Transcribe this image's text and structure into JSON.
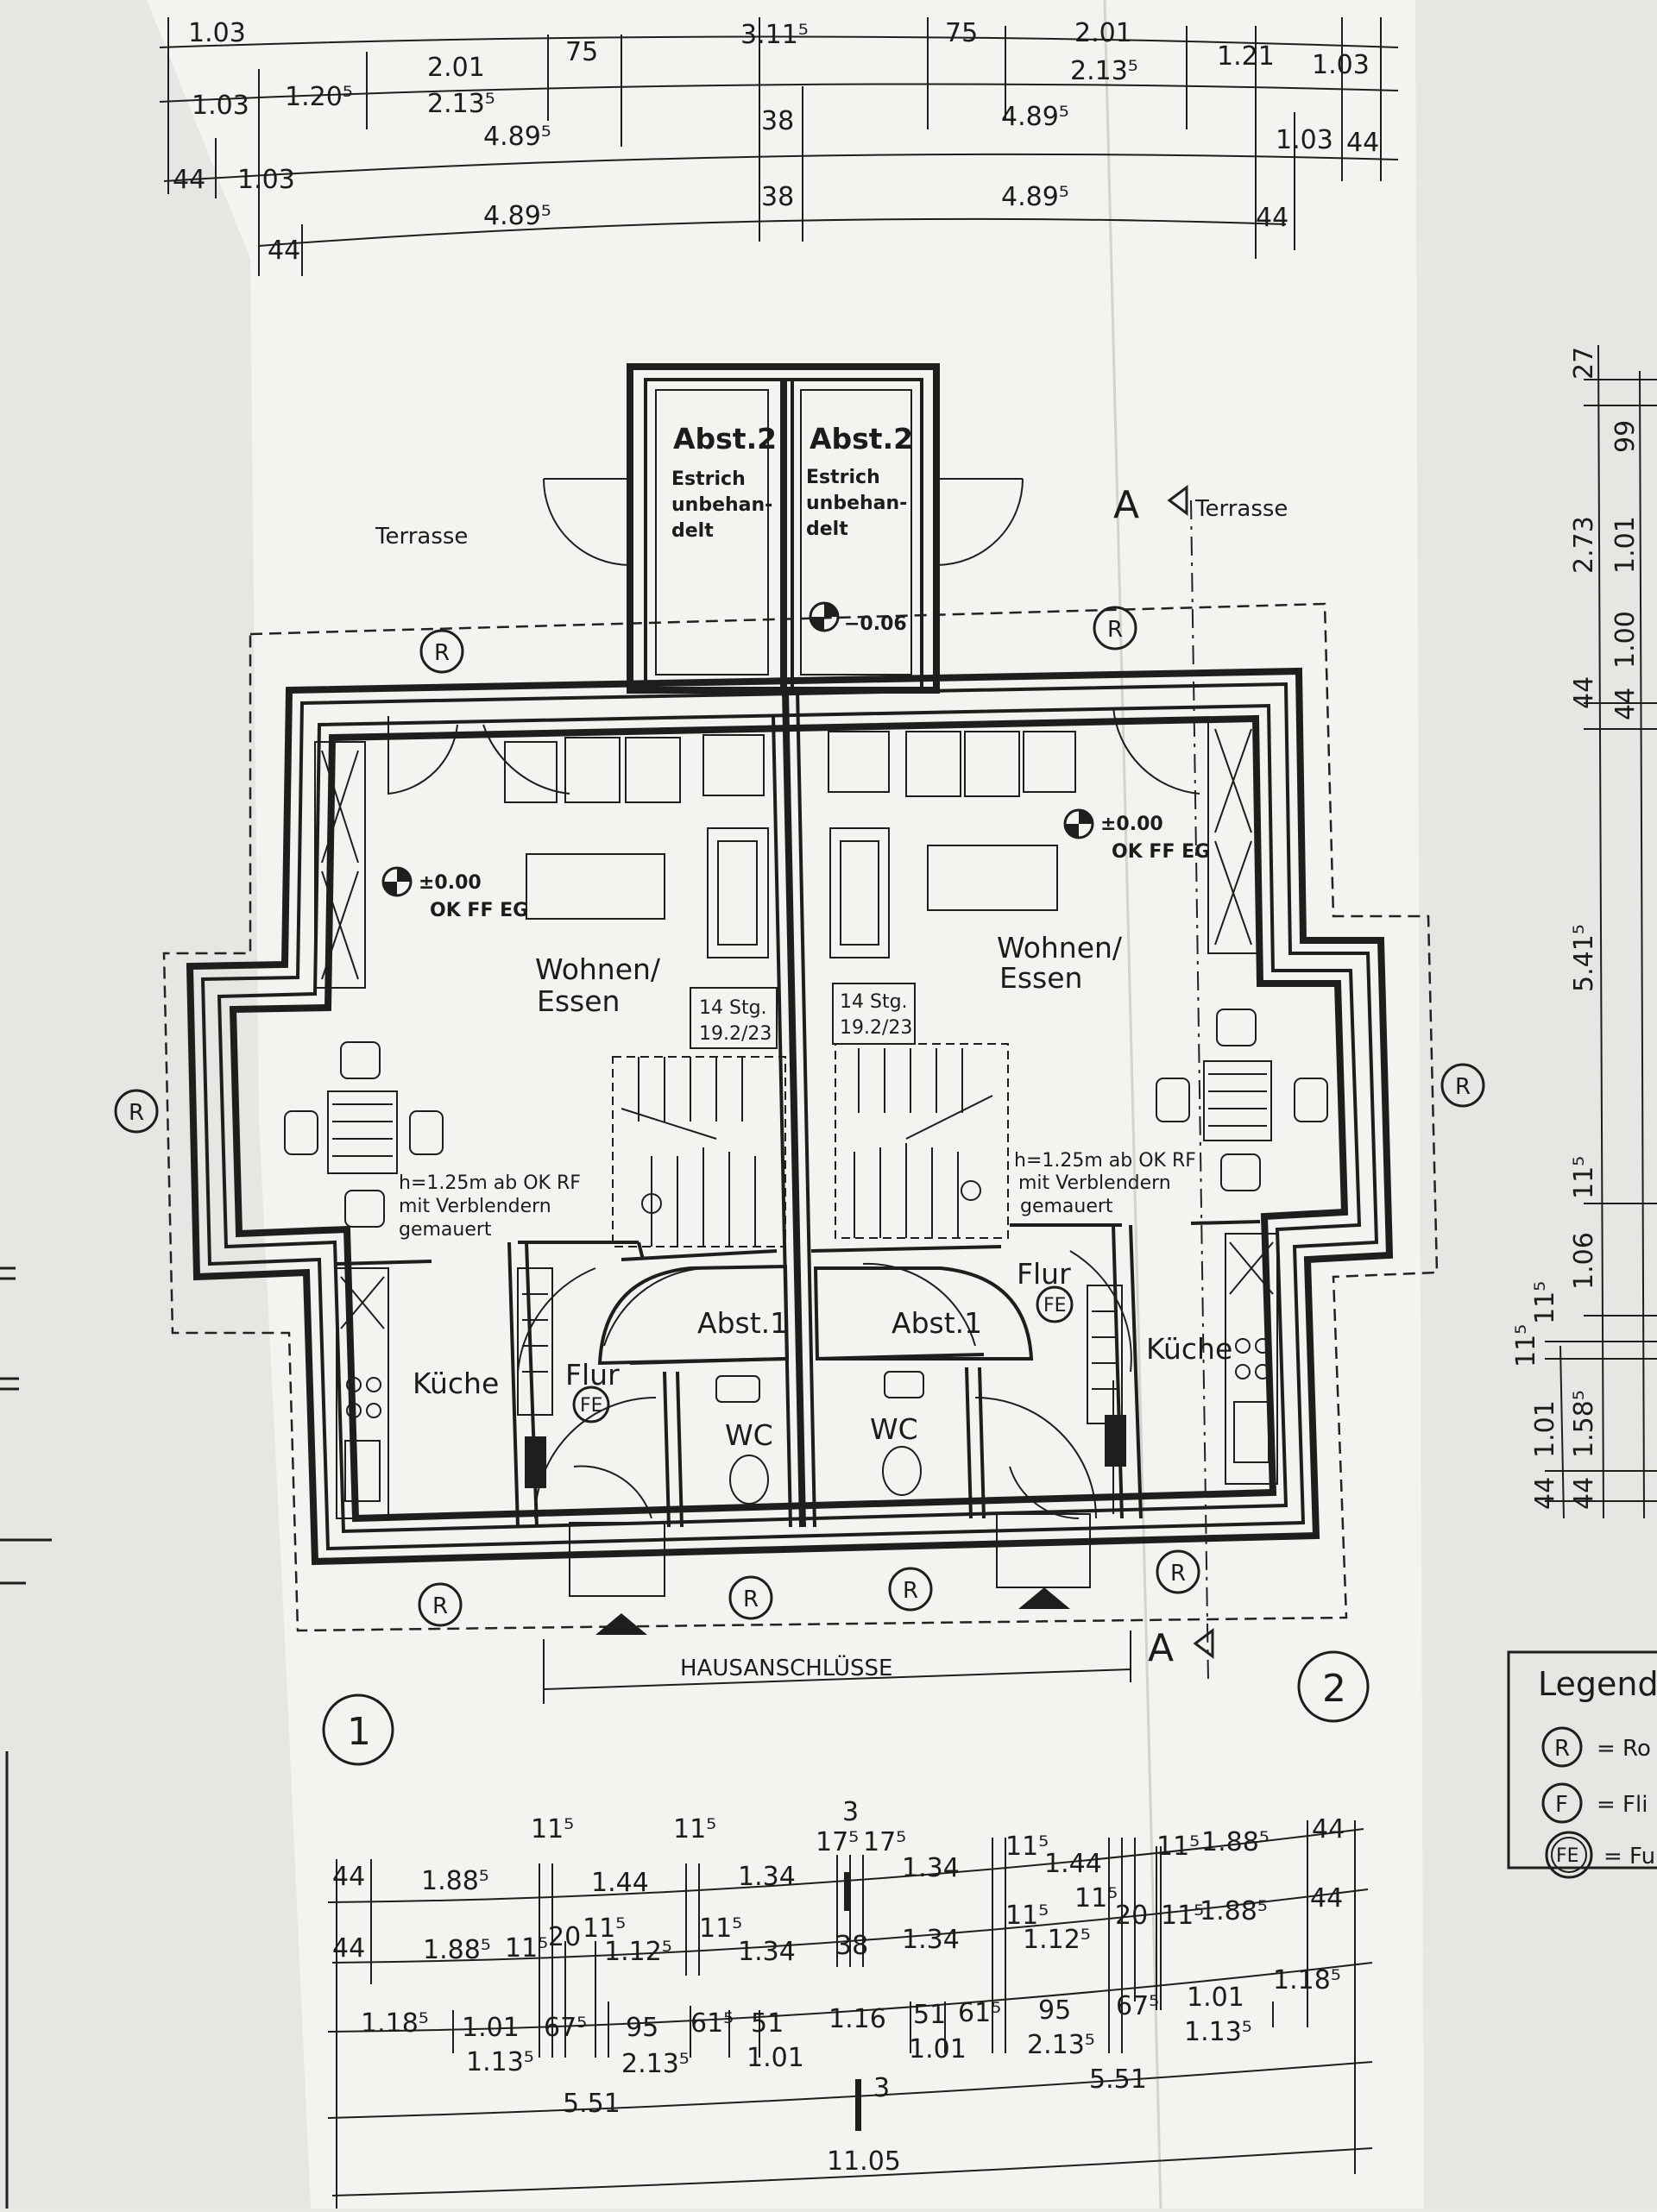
{
  "top_dims": {
    "row1": [
      "1.03",
      "3.11⁵",
      "75",
      "2.01",
      "1.21",
      "1.03"
    ],
    "row1_sub": "2.13⁵",
    "row2": [
      "1.03",
      "1.20⁵",
      "2.01",
      "75",
      "38",
      "4.89⁵",
      "1.03",
      "44"
    ],
    "row2_sub": "2.13⁵",
    "row2_mid": "4.89⁵",
    "row3": [
      "44",
      "1.03",
      "4.89⁵",
      "38",
      "4.89⁵",
      "44"
    ],
    "row4": [
      "44"
    ]
  },
  "rooms": {
    "abst2_left": {
      "title": "Abst.2",
      "l1": "Estrich",
      "l2": "unbehan-",
      "l3": "delt"
    },
    "abst2_right": {
      "title": "Abst.2",
      "l1": "Estrich",
      "l2": "unbehan-",
      "l3": "delt"
    },
    "level_minus": "−0.06",
    "terrasse_left": "Terrasse",
    "terrasse_right": "Terrasse",
    "section_mark": "A",
    "level_left": "±0.00",
    "level_left_sub": "OK FF EG",
    "level_right": "±0.00",
    "level_right_sub": "OK FF EG",
    "wohnen_left_1": "Wohnen/",
    "wohnen_left_2": "Essen",
    "wohnen_right_1": "Wohnen/",
    "wohnen_right_2": "Essen",
    "stair_left_1": "14 Stg.",
    "stair_left_2": "19.2/23",
    "stair_right_1": "14 Stg.",
    "stair_right_2": "19.2/23",
    "note_left_1": "h=1.25m ab OK RF",
    "note_left_2": "mit Verblendern",
    "note_left_3": "gemauert",
    "note_right_1": "h=1.25m ab OK RF",
    "note_right_2": "mit Verblendern",
    "note_right_3": "gemauert",
    "abst1_left": "Abst.1",
    "abst1_right": "Abst.1",
    "kueche_left": "Küche",
    "kueche_right": "Küche",
    "flur_left": "Flur",
    "flur_right": "Flur",
    "fe": "FE",
    "wc_left": "WC",
    "wc_right": "WC",
    "r": "R",
    "hausanschluesse": "HAUSANSCHLÜSSE",
    "unit1": "1",
    "unit2": "2"
  },
  "right_dims": [
    "27",
    "99",
    "2.73",
    "1.01",
    "1.00",
    "44",
    "44",
    "5.41⁵",
    "11⁵",
    "1.06",
    "11⁵",
    "11⁵",
    "1.58⁵",
    "1.01",
    "44",
    "44"
  ],
  "legend": {
    "title": "Legende",
    "item_r": "R",
    "item_r_text": "= Ro",
    "item_f": "F",
    "item_f_text": "= Fli",
    "item_fe": "FE",
    "item_fe_text": "= Fu"
  },
  "bottom_dims": {
    "row1": [
      "44",
      "1.88⁵",
      "11⁵",
      "1.44",
      "11⁵",
      "1.34",
      "3",
      "17⁵",
      "17⁵",
      "1.34",
      "11⁵",
      "1.44",
      "11⁵",
      "1.88⁵",
      "44"
    ],
    "row2": [
      "44",
      "1.88⁵",
      "11⁵",
      "20",
      "11⁵",
      "1.12⁵",
      "11⁵",
      "1.34",
      "38",
      "1.34",
      "11⁵",
      "1.12⁵",
      "11⁵",
      "20",
      "11⁵",
      "1.88⁵",
      "44"
    ],
    "row3": [
      "1.18⁵",
      "1.01",
      "67⁵",
      "95",
      "61⁵",
      "51",
      "1.16",
      "51",
      "61⁵",
      "95",
      "67⁵",
      "1.01",
      "1.18⁵"
    ],
    "row3_sub": [
      "1.13⁵",
      "2.13⁵",
      "1.01",
      "1.01",
      "2.13⁵",
      "1.13⁵"
    ],
    "row4": [
      "5.51",
      "3",
      "5.51"
    ],
    "row5": [
      "11.05"
    ]
  }
}
